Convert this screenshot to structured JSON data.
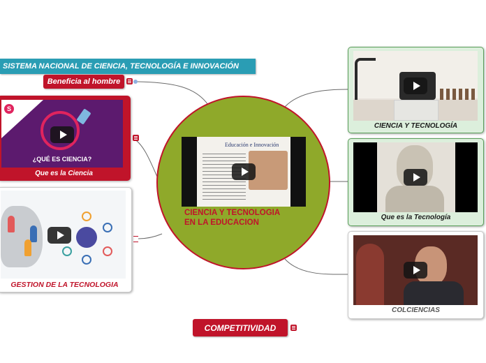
{
  "colors": {
    "topic_fill": "#8fa92a",
    "topic_border": "#c0142a",
    "accent_red": "#c0142a",
    "teal": "#2a9db4",
    "green_card": "#dcefdc",
    "green_border": "#5aa05a"
  },
  "header": {
    "title": "SISTEMA NACIONAL DE CIENCIA, TECNOLOGÍA E INNOVACIÓN"
  },
  "branches": {
    "beneficia": "Beneficia al hombre",
    "que_es_ciencia": "Que es la Ciencia",
    "que_es_ciencia_video_title": "¿QUÉ ES CIENCIA?",
    "gestion": "GESTION DE LA TECNOLOGIA",
    "competitividad": "COMPETITIVIDAD",
    "ciencia_tecnologia": "CIENCIA Y TECNOLOGÍA",
    "que_es_tecnologia": "Que es la Tecnología",
    "colciencias": "COLCIENCIAS"
  },
  "central": {
    "title_line1": "CIENCIA Y TECNOLOGIA",
    "title_line2": "EN LA EDUCACION",
    "slide_title": "Educación e Innovación"
  },
  "icons": [
    "play-icon",
    "notes-icon"
  ]
}
